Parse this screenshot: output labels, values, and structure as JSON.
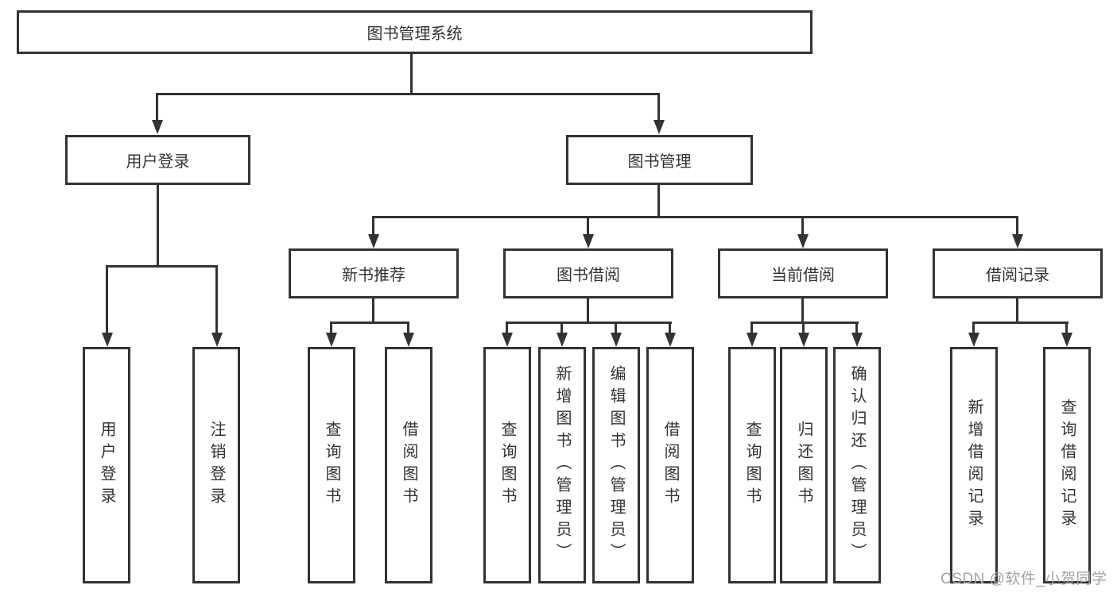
{
  "diagram": {
    "title": "图书管理系统",
    "tree": {
      "label": "图书管理系统",
      "children": [
        {
          "label": "用户登录",
          "children": [
            {
              "label": "用户登录"
            },
            {
              "label": "注销登录"
            }
          ]
        },
        {
          "label": "图书管理",
          "children": [
            {
              "label": "新书推荐",
              "children": [
                {
                  "label": "查询图书"
                },
                {
                  "label": "借阅图书"
                }
              ]
            },
            {
              "label": "图书借阅",
              "children": [
                {
                  "label": "查询图书"
                },
                {
                  "label": "新增图书（管理员）"
                },
                {
                  "label": "编辑图书（管理员）"
                },
                {
                  "label": "借阅图书"
                }
              ]
            },
            {
              "label": "当前借阅",
              "children": [
                {
                  "label": "查询图书"
                },
                {
                  "label": "归还图书"
                },
                {
                  "label": "确认归还（管理员）"
                }
              ]
            },
            {
              "label": "借阅记录",
              "children": [
                {
                  "label": "新增借阅记录"
                },
                {
                  "label": "查询借阅记录"
                }
              ]
            }
          ]
        }
      ]
    },
    "watermark": "CSDN @软件_小贺同学",
    "colors": {
      "line": "#333333",
      "text": "#333333",
      "background": "#ffffff",
      "watermark": "#a3a3a3"
    }
  }
}
